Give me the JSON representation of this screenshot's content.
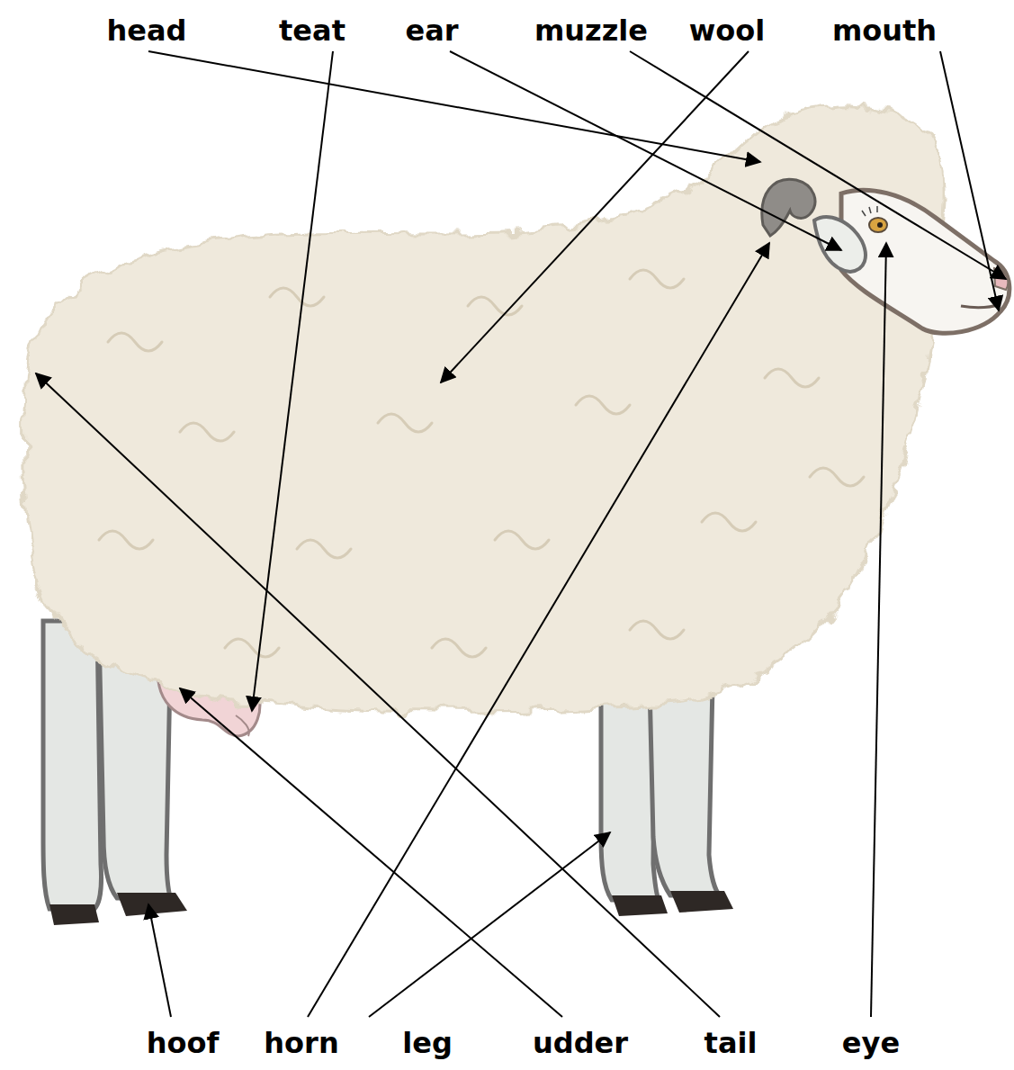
{
  "diagram": {
    "labels": [
      "head",
      "teat",
      "ear",
      "muzzle",
      "wool",
      "mouth",
      "hoof",
      "horn",
      "leg",
      "udder",
      "tail",
      "eye"
    ]
  }
}
